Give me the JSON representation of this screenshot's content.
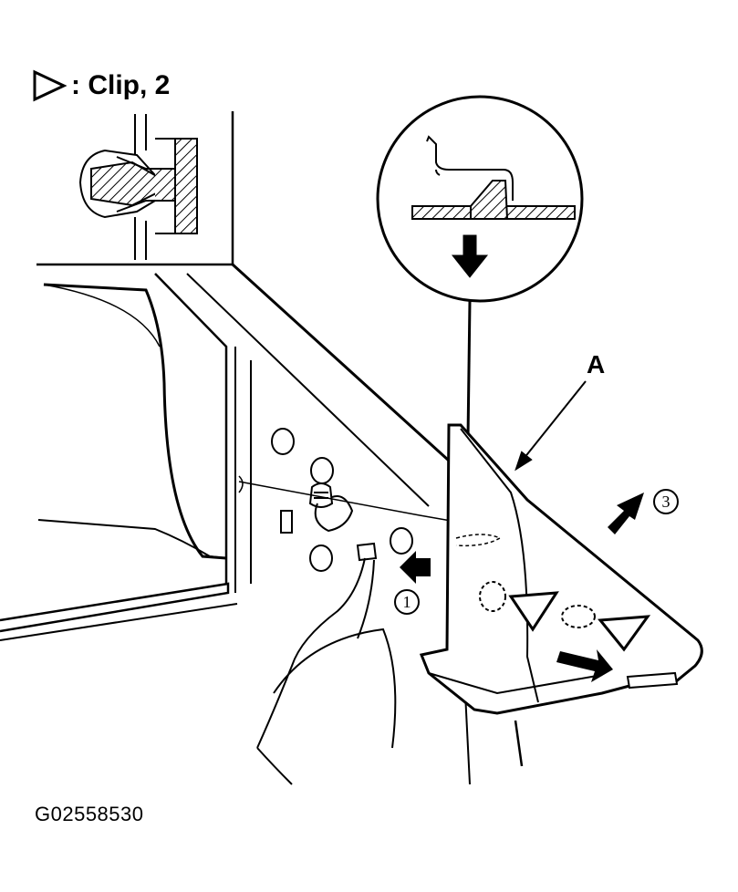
{
  "legend": {
    "symbol": "clip-triangle-icon",
    "text": ": Clip, 2"
  },
  "labels": {
    "part_a": "A",
    "step_1": "1",
    "step_3": "3"
  },
  "figure_id": "G02558530",
  "colors": {
    "ink": "#000000",
    "paper": "#ffffff"
  }
}
